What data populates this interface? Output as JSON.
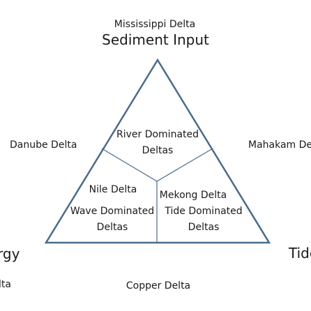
{
  "top": {
    "example": "Mississippi Delta",
    "title": "Sediment Input"
  },
  "left": {
    "example": "Danube Delta",
    "title": "rgy",
    "example2": "lta"
  },
  "right": {
    "example": "Mahakam Del",
    "title": "Tide"
  },
  "bottom": {
    "example": "Copper Delta"
  },
  "regions": {
    "river": [
      "River Dominated",
      "Deltas"
    ],
    "nile": "Nile Delta",
    "mekong": "Mekong Delta",
    "wave": [
      "Wave Dominated",
      "Deltas"
    ],
    "tide": [
      "Tide Dominated",
      "Deltas"
    ]
  },
  "colors": {
    "triangle_stroke": "#4a6b8a"
  }
}
